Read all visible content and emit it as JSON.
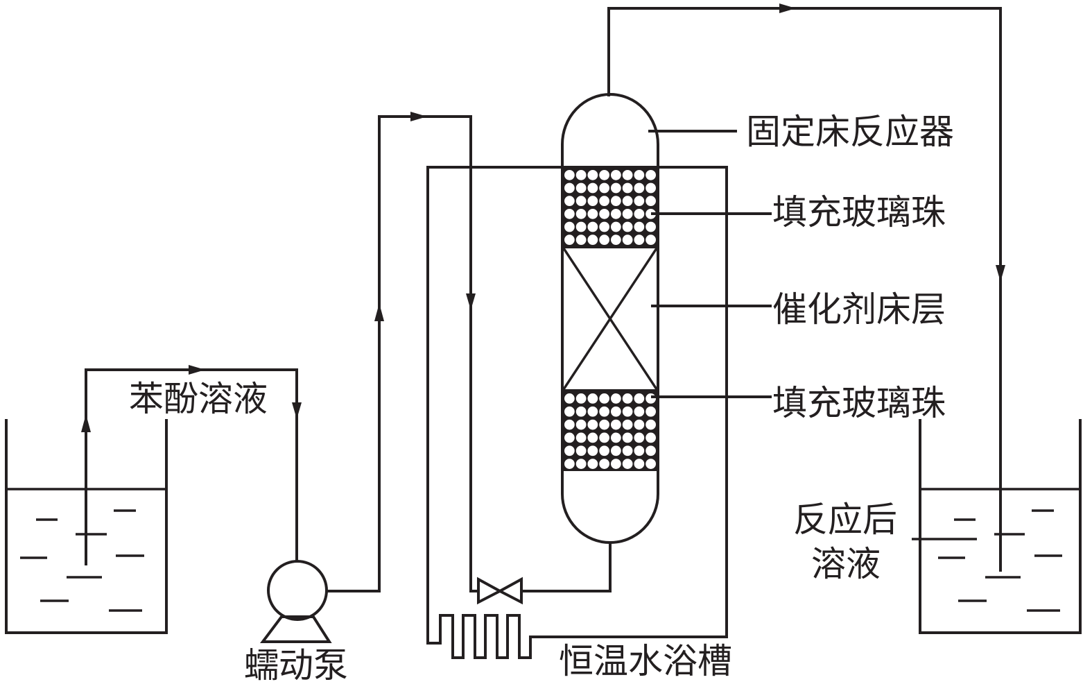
{
  "diagram": {
    "type": "process-flow",
    "labels": {
      "reactor": "固定床反应器",
      "packing_top": "填充玻璃珠",
      "catalyst_bed": "催化剂床层",
      "packing_bottom": "填充玻璃珠",
      "feed_solution": "苯酚溶液",
      "pump": "蠕动泵",
      "water_bath": "恒温水浴槽",
      "product_line1": "反应后",
      "product_line2": "溶液"
    },
    "components": [
      {
        "id": "feed-tank",
        "name": "苯酚溶液"
      },
      {
        "id": "peristaltic-pump",
        "name": "蠕动泵"
      },
      {
        "id": "water-bath",
        "name": "恒温水浴槽"
      },
      {
        "id": "valve",
        "name": "valve"
      },
      {
        "id": "fixed-bed-reactor",
        "name": "固定床反应器"
      },
      {
        "id": "product-tank",
        "name": "反应后溶液"
      }
    ],
    "flows": [
      {
        "from": "feed-tank",
        "to": "peristaltic-pump"
      },
      {
        "from": "peristaltic-pump",
        "to": "water-bath-coil"
      },
      {
        "from": "water-bath-coil",
        "to": "fixed-bed-reactor-bottom"
      },
      {
        "from": "fixed-bed-reactor-top",
        "to": "product-tank"
      }
    ],
    "bead_grid": {
      "rows": 6,
      "cols": 8
    }
  }
}
